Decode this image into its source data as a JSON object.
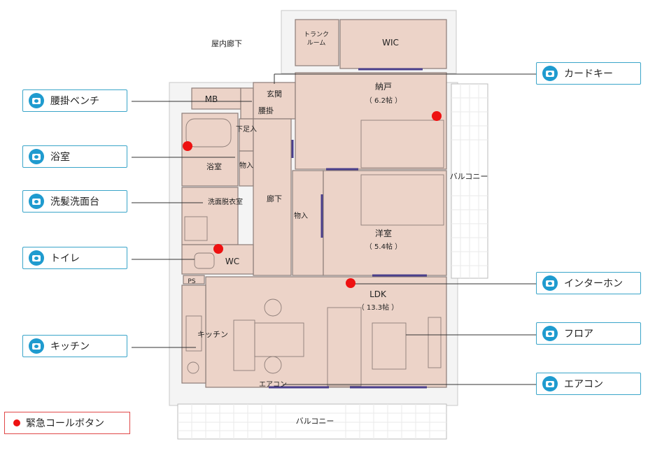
{
  "callouts": {
    "koshikake_bench": "腰掛ベンチ",
    "bath": "浴室",
    "shampoo_vanity": "洗髪洗面台",
    "toilet": "トイレ",
    "kitchen": "キッチン",
    "card_key": "カードキー",
    "intercom": "インターホン",
    "floor": "フロア",
    "aircon": "エアコン"
  },
  "legend": {
    "label": "緊急コールボタン",
    "dot_color": "#ee1111"
  },
  "rooms": {
    "corridor_outside": "屋内廊下",
    "trunk_room": "トランク\nルーム",
    "wic": "WIC",
    "mb": "MB",
    "entrance": "玄関",
    "koshikake": "腰掛",
    "nando": "納戸",
    "nando_size": "（ 6.2帖 ）",
    "shita_ashi": "下足入",
    "monoire": "物入",
    "bath": "浴室",
    "washroom": "洗面脱衣室",
    "rouka": "廊下",
    "monoire2": "物入",
    "youshitsu": "洋室",
    "youshitsu_size": "（ 5.4帖 ）",
    "wc": "WC",
    "ps": "PS",
    "ldk": "LDK",
    "ldk_size": "（ 13.3帖 ）",
    "kitchen": "キッチン",
    "aircon": "エアコン",
    "balcony_right": "バルコニー",
    "balcony_bottom": "バルコニー"
  },
  "colors": {
    "room_fill": "#ecd3c8",
    "wall": "#7a6a66",
    "accent": "#1f9bcf",
    "call_dot": "#ee1111",
    "window": "#4a3f8c"
  }
}
